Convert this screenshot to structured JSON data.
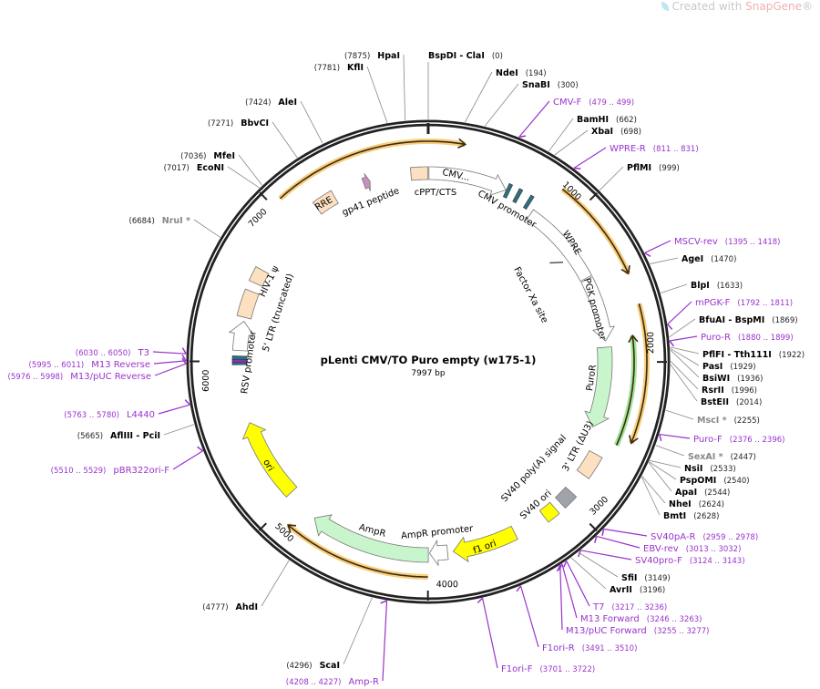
{
  "watermark": {
    "prefix": "Created with ",
    "brand": "SnapGene",
    "suffix": "®"
  },
  "plasmid": {
    "name": "pLenti CMV/TO Puro empty (w175-1)",
    "length_label": "7997 bp",
    "length_bp": 7997
  },
  "ticks": [
    "1000",
    "2000",
    "3000",
    "4000",
    "5000",
    "6000",
    "7000"
  ],
  "colors": {
    "enzyme": "#000000",
    "enzyme_star": "#888888",
    "primer": "#9933cc",
    "ring": "#222222"
  },
  "sites": [
    {
      "name": "BspDI  - ClaI",
      "pos": "(0)",
      "bp": 0,
      "kind": "enzyme"
    },
    {
      "name": "NdeI",
      "pos": "(194)",
      "bp": 194,
      "kind": "enzyme"
    },
    {
      "name": "SnaBI",
      "pos": "(300)",
      "bp": 300,
      "kind": "enzyme"
    },
    {
      "name": "CMV-F",
      "pos": "(479 .. 499)",
      "bp": 489,
      "kind": "primer"
    },
    {
      "name": "BamHI",
      "pos": "(662)",
      "bp": 662,
      "kind": "enzyme"
    },
    {
      "name": "XbaI",
      "pos": "(698)",
      "bp": 698,
      "kind": "enzyme"
    },
    {
      "name": "WPRE-R",
      "pos": "(811 .. 831)",
      "bp": 821,
      "kind": "primer"
    },
    {
      "name": "PflMI",
      "pos": "(999)",
      "bp": 999,
      "kind": "enzyme"
    },
    {
      "name": "MSCV-rev",
      "pos": "(1395 .. 1418)",
      "bp": 1406,
      "kind": "primer"
    },
    {
      "name": "AgeI",
      "pos": "(1470)",
      "bp": 1470,
      "kind": "enzyme"
    },
    {
      "name": "BlpI",
      "pos": "(1633)",
      "bp": 1633,
      "kind": "enzyme"
    },
    {
      "name": "mPGK-F",
      "pos": "(1792 .. 1811)",
      "bp": 1801,
      "kind": "primer"
    },
    {
      "name": "BfuAI  - BspMI",
      "pos": "(1869)",
      "bp": 1869,
      "kind": "enzyme"
    },
    {
      "name": "Puro-R",
      "pos": "(1880 .. 1899)",
      "bp": 1889,
      "kind": "primer"
    },
    {
      "name": "PflFI  - Tth111I",
      "pos": "(1922)",
      "bp": 1922,
      "kind": "enzyme"
    },
    {
      "name": "PasI",
      "pos": "(1929)",
      "bp": 1929,
      "kind": "enzyme"
    },
    {
      "name": "BsiWI",
      "pos": "(1936)",
      "bp": 1936,
      "kind": "enzyme"
    },
    {
      "name": "RsrII",
      "pos": "(1996)",
      "bp": 1996,
      "kind": "enzyme"
    },
    {
      "name": "BstEII",
      "pos": "(2014)",
      "bp": 2014,
      "kind": "enzyme"
    },
    {
      "name": "MscI *",
      "pos": "(2255)",
      "bp": 2255,
      "kind": "enzyme_star"
    },
    {
      "name": "Puro-F",
      "pos": "(2376 .. 2396)",
      "bp": 2386,
      "kind": "primer"
    },
    {
      "name": "SexAI *",
      "pos": "(2447)",
      "bp": 2447,
      "kind": "enzyme_star"
    },
    {
      "name": "NsiI",
      "pos": "(2533)",
      "bp": 2533,
      "kind": "enzyme"
    },
    {
      "name": "PspOMI",
      "pos": "(2540)",
      "bp": 2540,
      "kind": "enzyme"
    },
    {
      "name": "ApaI",
      "pos": "(2544)",
      "bp": 2544,
      "kind": "enzyme"
    },
    {
      "name": "NheI",
      "pos": "(2624)",
      "bp": 2624,
      "kind": "enzyme"
    },
    {
      "name": "BmtI",
      "pos": "(2628)",
      "bp": 2628,
      "kind": "enzyme"
    },
    {
      "name": "SV40pA-R",
      "pos": "(2959 .. 2978)",
      "bp": 2968,
      "kind": "primer"
    },
    {
      "name": "EBV-rev",
      "pos": "(3013 .. 3032)",
      "bp": 3022,
      "kind": "primer"
    },
    {
      "name": "SV40pro-F",
      "pos": "(3124 .. 3143)",
      "bp": 3133,
      "kind": "primer"
    },
    {
      "name": "SfiI",
      "pos": "(3149)",
      "bp": 3149,
      "kind": "enzyme"
    },
    {
      "name": "AvrII",
      "pos": "(3196)",
      "bp": 3196,
      "kind": "enzyme"
    },
    {
      "name": "T7",
      "pos": "(3217 .. 3236)",
      "bp": 3226,
      "kind": "primer"
    },
    {
      "name": "M13 Forward",
      "pos": "(3246 .. 3263)",
      "bp": 3254,
      "kind": "primer"
    },
    {
      "name": "M13/pUC Forward",
      "pos": "(3255 .. 3277)",
      "bp": 3266,
      "kind": "primer"
    },
    {
      "name": "F1ori-R",
      "pos": "(3491 .. 3510)",
      "bp": 3500,
      "kind": "primer"
    },
    {
      "name": "F1ori-F",
      "pos": "(3701 .. 3722)",
      "bp": 3711,
      "kind": "primer"
    },
    {
      "name": "Amp-R",
      "pos": "(4208 .. 4227)",
      "bp": 4217,
      "kind": "primer"
    },
    {
      "name": "ScaI",
      "pos": "(4296)",
      "bp": 4296,
      "kind": "enzyme"
    },
    {
      "name": "AhdI",
      "pos": "(4777)",
      "bp": 4777,
      "kind": "enzyme"
    },
    {
      "name": "pBR322ori-F",
      "pos": "(5510 .. 5529)",
      "bp": 5519,
      "kind": "primer"
    },
    {
      "name": "AflIII  - PciI",
      "pos": "(5665)",
      "bp": 5665,
      "kind": "enzyme"
    },
    {
      "name": "L4440",
      "pos": "(5763 .. 5780)",
      "bp": 5771,
      "kind": "primer"
    },
    {
      "name": "M13/pUC Reverse",
      "pos": "(5976 .. 5998)",
      "bp": 5987,
      "kind": "primer"
    },
    {
      "name": "M13 Reverse",
      "pos": "(5995 .. 6011)",
      "bp": 6003,
      "kind": "primer"
    },
    {
      "name": "T3",
      "pos": "(6030 .. 6050)",
      "bp": 6040,
      "kind": "primer"
    },
    {
      "name": "NruI *",
      "pos": "(6684)",
      "bp": 6684,
      "kind": "enzyme_star"
    },
    {
      "name": "EcoNI",
      "pos": "(7017)",
      "bp": 7017,
      "kind": "enzyme"
    },
    {
      "name": "MfeI",
      "pos": "(7036)",
      "bp": 7036,
      "kind": "enzyme"
    },
    {
      "name": "BbvCI",
      "pos": "(7271)",
      "bp": 7271,
      "kind": "enzyme"
    },
    {
      "name": "AleI",
      "pos": "(7424)",
      "bp": 7424,
      "kind": "enzyme"
    },
    {
      "name": "KflI",
      "pos": "(7781)",
      "bp": 7781,
      "kind": "enzyme"
    },
    {
      "name": "HpaI",
      "pos": "(7875)",
      "bp": 7875,
      "kind": "enzyme"
    }
  ],
  "features": [
    {
      "label": "CMV...",
      "start": 5,
      "end": 540,
      "type": "arrow",
      "dir": 1,
      "fill": "#ffffff"
    },
    {
      "label": "cPPT/CTS",
      "start": 7880,
      "end": 7995,
      "type": "box",
      "fill": "#fde0c0"
    },
    {
      "label": "CMV promoter",
      "start": 540,
      "end": 560,
      "type": "none",
      "fill": "#ffffff"
    },
    {
      "label": "WPRE",
      "start": 770,
      "end": 1380,
      "type": "box",
      "fill": "#ffffff"
    },
    {
      "label": "PGK promoter",
      "start": 1390,
      "end": 1850,
      "type": "arrow",
      "dir": 1,
      "fill": "#ffffff"
    },
    {
      "label": "Factor Xa site",
      "start": 1130,
      "end": 1145,
      "type": "mark",
      "fill": "#555555"
    },
    {
      "label": "PuroR",
      "start": 1895,
      "end": 2480,
      "type": "arrow",
      "dir": 1,
      "fill": "#c8f5cc"
    },
    {
      "label": "3' LTR (ΔU3)",
      "start": 2640,
      "end": 2800,
      "type": "box",
      "fill": "#fde0c0"
    },
    {
      "label": "SV40 poly(A) signal",
      "start": 2940,
      "end": 3040,
      "type": "box",
      "fill": "#a0a4aa"
    },
    {
      "label": "SV40 ori",
      "start": 3090,
      "end": 3180,
      "type": "box",
      "fill": "#ffff00"
    },
    {
      "label": "f1 ori",
      "start": 3403,
      "end": 3832,
      "type": "arrow",
      "dir": 1,
      "fill": "#ffff00"
    },
    {
      "label": "AmpR promoter",
      "start": 3870,
      "end": 3990,
      "type": "arrow",
      "dir": 1,
      "fill": "#ffffff"
    },
    {
      "label": "AmpR",
      "start": 3998,
      "end": 4800,
      "type": "arrow",
      "dir": 1,
      "fill": "#c8f5cc"
    },
    {
      "label": "ori",
      "start": 5029,
      "end": 5581,
      "type": "arrow",
      "dir": 1,
      "fill": "#ffff00"
    },
    {
      "label": "RSV promoter",
      "start": 6074,
      "end": 6273,
      "type": "arrow",
      "dir": 1,
      "fill": "#ffffff"
    },
    {
      "label": "5' LTR (truncated)",
      "start": 6300,
      "end": 6480,
      "type": "box",
      "fill": "#fde0c0"
    },
    {
      "label": "HIV-1 ψ",
      "start": 6540,
      "end": 6640,
      "type": "box",
      "fill": "#fde0c0"
    },
    {
      "label": "RRE",
      "start": 7200,
      "end": 7340,
      "type": "box",
      "fill": "#fde0c0"
    },
    {
      "label": "gp41 peptide",
      "start": 7555,
      "end": 7600,
      "type": "arrow",
      "dir": 1,
      "fill": "#c890b8"
    }
  ],
  "orfs": [
    {
      "start": 7059,
      "end": 215,
      "dir": 1,
      "color": "#f5b845"
    },
    {
      "start": 841,
      "end": 1471,
      "dir": 1,
      "color": "#f5b845"
    },
    {
      "start": 1657,
      "end": 2484,
      "dir": 1,
      "color": "#f5b845"
    },
    {
      "start": 1837,
      "end": 2530,
      "dir": -1,
      "color": "#7bd86b"
    },
    {
      "start": 4000,
      "end": 4902,
      "dir": 1,
      "color": "#f5b845"
    }
  ],
  "small_elements": [
    {
      "bp": 555,
      "fill": "#2f7080"
    },
    {
      "bp": 629,
      "fill": "#2f7080"
    },
    {
      "bp": 715,
      "fill": "#2f7080"
    },
    {
      "bp": 5990,
      "fill": "#2f7080"
    },
    {
      "bp": 6005,
      "fill": "#8a30c0"
    },
    {
      "bp": 6025,
      "fill": "#2f7080"
    }
  ]
}
